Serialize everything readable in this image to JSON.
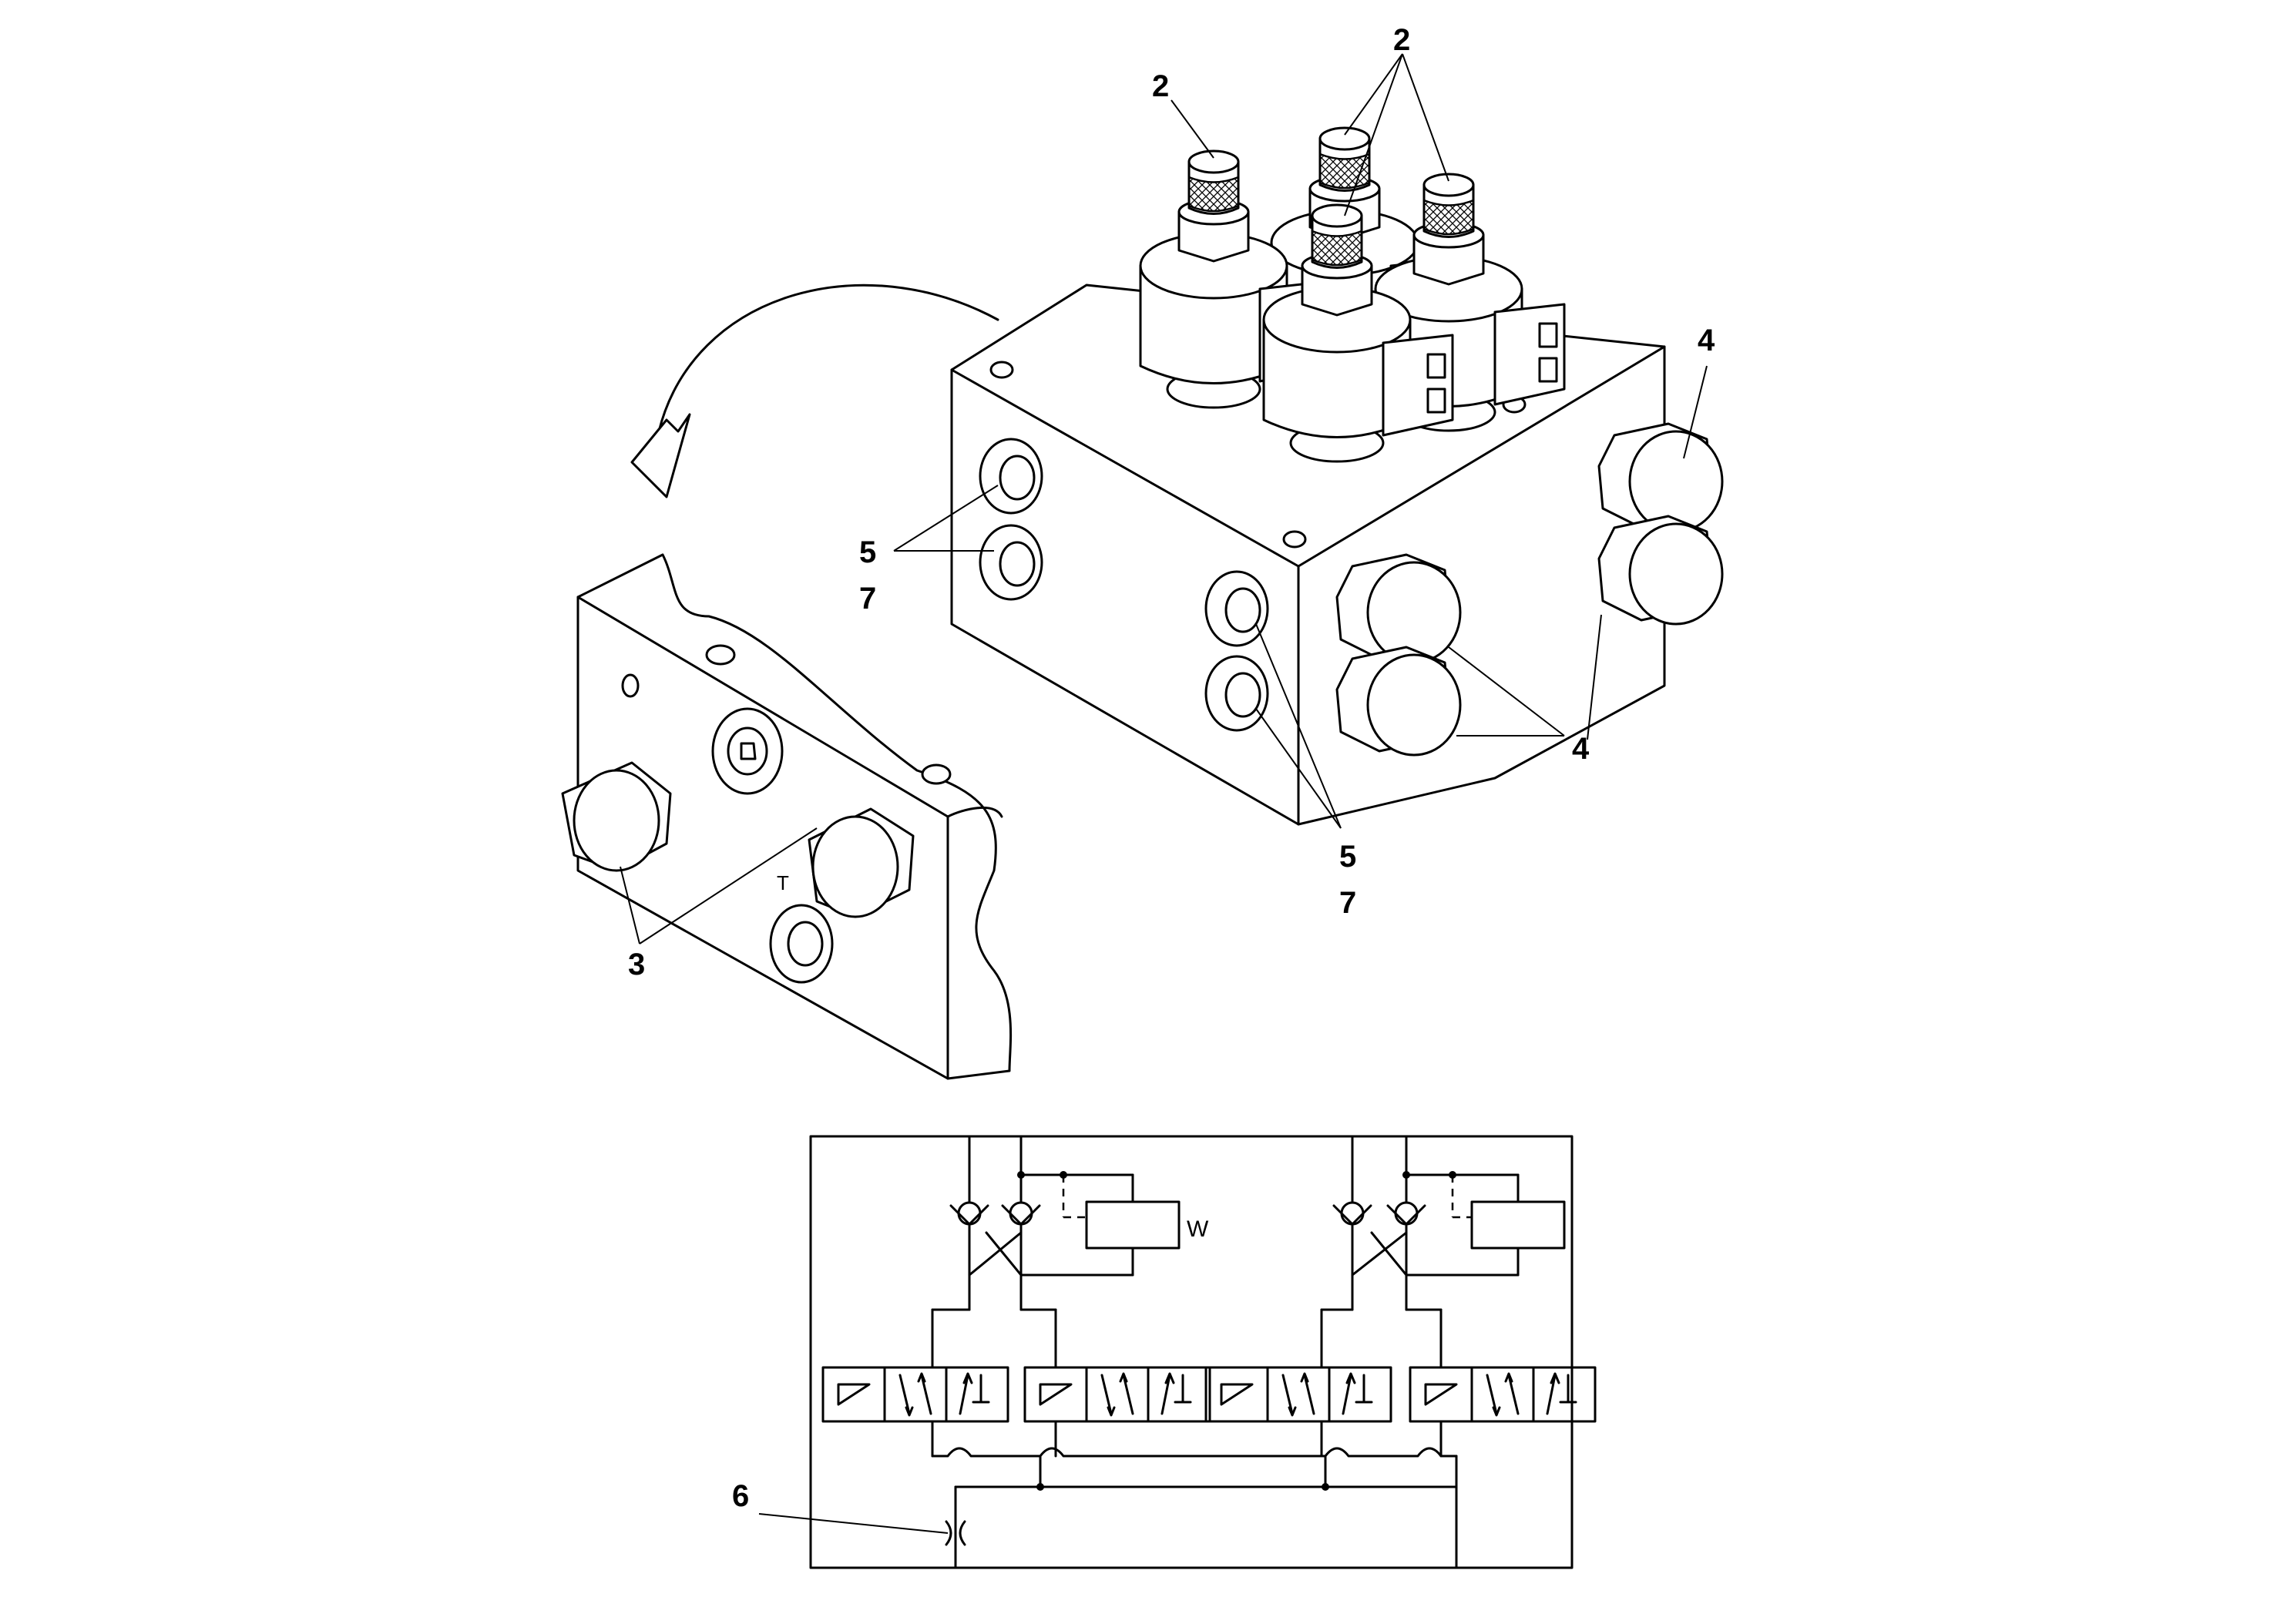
{
  "callouts": {
    "c2a": "2",
    "c2b": "2",
    "c3": "3",
    "c4a": "4",
    "c4b": "4",
    "c5a": "5",
    "c7a": "7",
    "c5b": "5",
    "c7b": "7",
    "c6": "6"
  },
  "port_label": "T",
  "symbol_letter": "W"
}
